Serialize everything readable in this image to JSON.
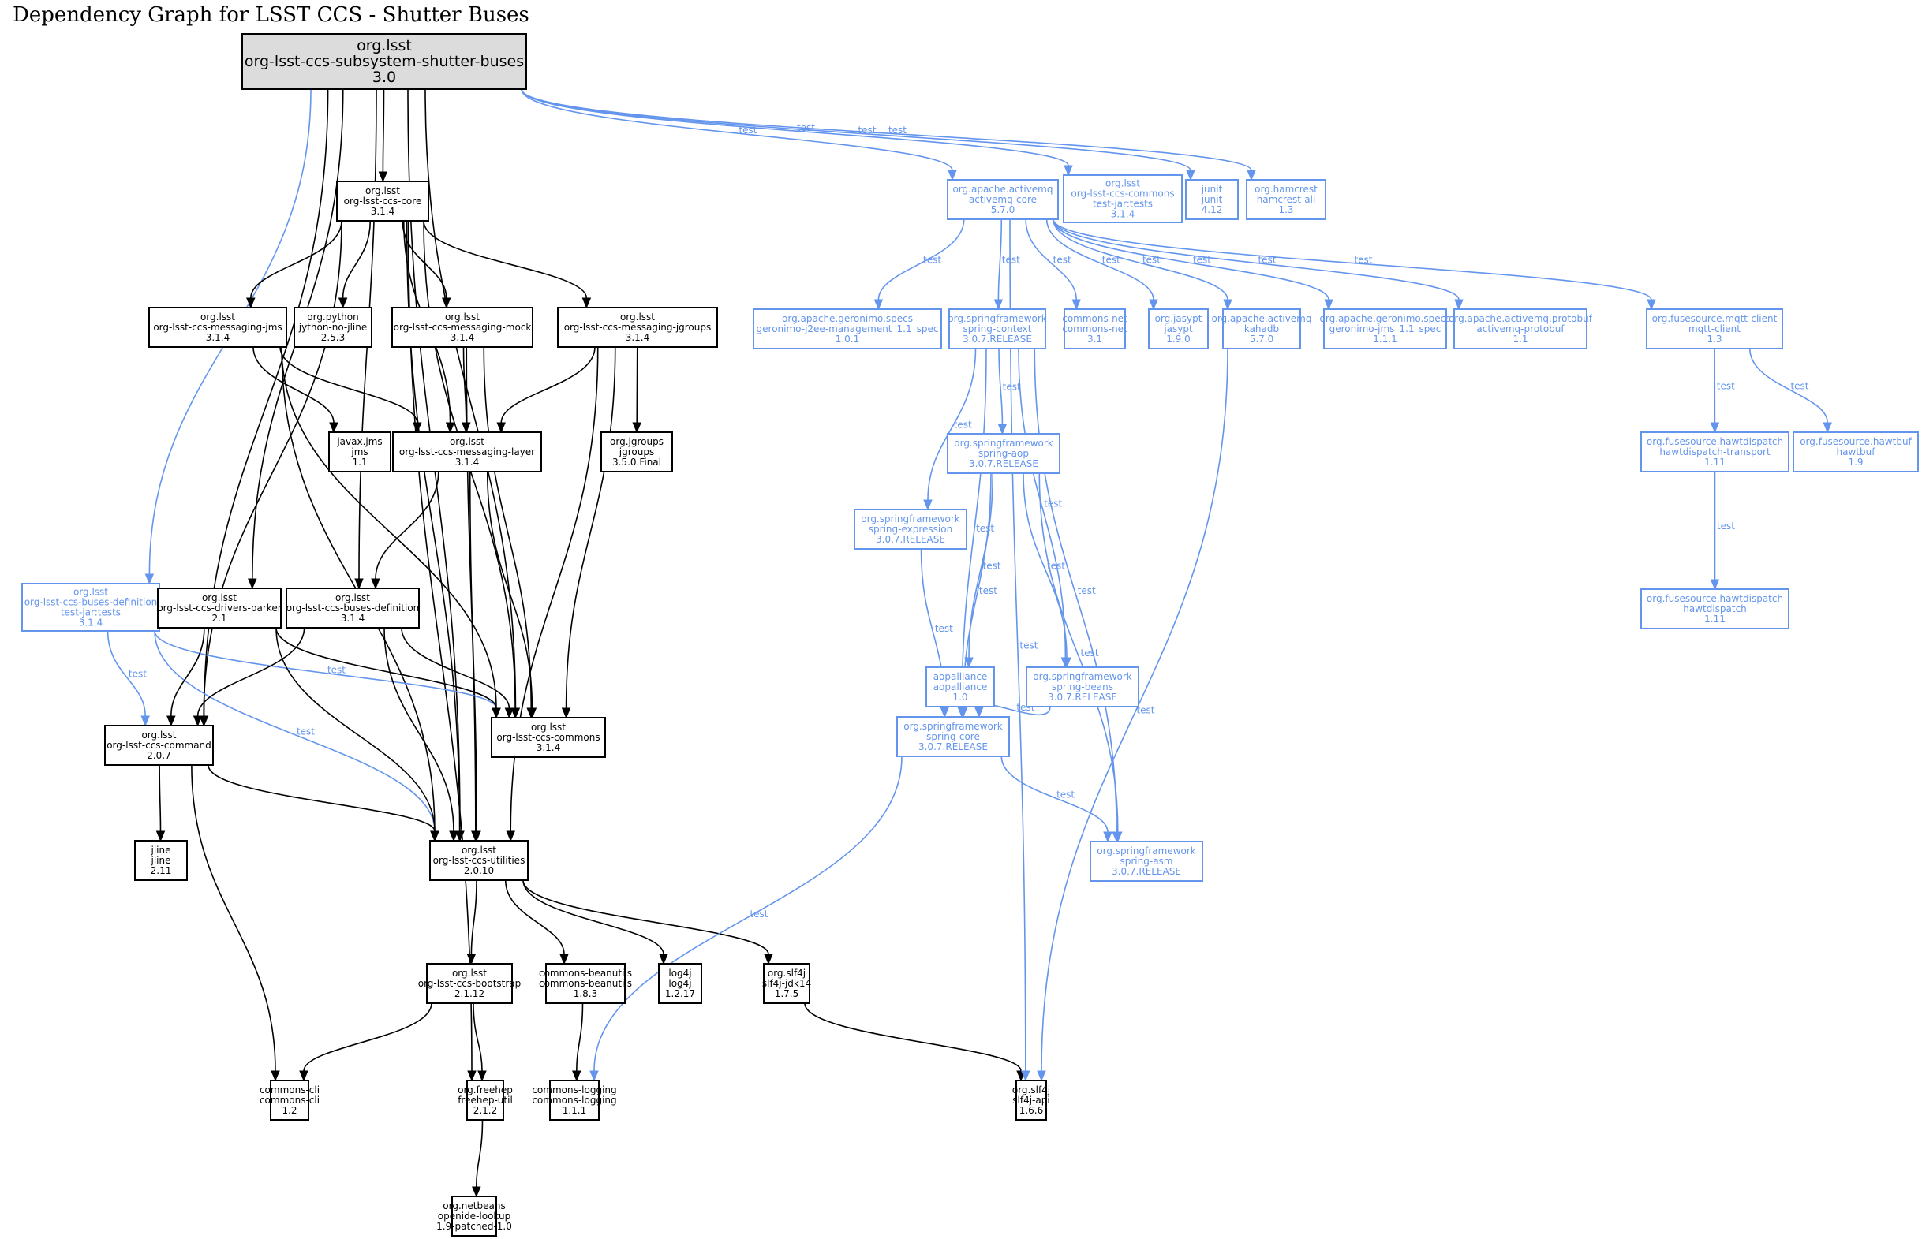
{
  "title": "Dependency Graph for LSST CCS - Shutter Buses",
  "colors": {
    "compile": "#000000",
    "test": "#6495ed",
    "root_fill": "#dcdcdc"
  },
  "nodes": [
    {
      "id": "root",
      "group": "org.lsst",
      "artifact": "org-lsst-ccs-subsystem-shutter-buses",
      "version": "3.0",
      "scope": "root"
    },
    {
      "id": "core",
      "group": "org.lsst",
      "artifact": "org-lsst-ccs-core",
      "version": "3.1.4",
      "scope": "compile"
    },
    {
      "id": "msgjms",
      "group": "org.lsst",
      "artifact": "org-lsst-ccs-messaging-jms",
      "version": "3.1.4",
      "scope": "compile"
    },
    {
      "id": "jython",
      "group": "org.python",
      "artifact": "jython-no-jline",
      "version": "2.5.3",
      "scope": "compile"
    },
    {
      "id": "msgmock",
      "group": "org.lsst",
      "artifact": "org-lsst-ccs-messaging-mock",
      "version": "3.1.4",
      "scope": "compile"
    },
    {
      "id": "msgjgroups",
      "group": "org.lsst",
      "artifact": "org-lsst-ccs-messaging-jgroups",
      "version": "3.1.4",
      "scope": "compile"
    },
    {
      "id": "jms",
      "group": "javax.jms",
      "artifact": "jms",
      "version": "1.1",
      "scope": "compile"
    },
    {
      "id": "msglayer",
      "group": "org.lsst",
      "artifact": "org-lsst-ccs-messaging-layer",
      "version": "3.1.4",
      "scope": "compile"
    },
    {
      "id": "jgroups",
      "group": "org.jgroups",
      "artifact": "jgroups",
      "version": "3.5.0.Final",
      "scope": "compile"
    },
    {
      "id": "busesdeftest",
      "group": "org.lsst",
      "artifact": "org-lsst-ccs-buses-definition",
      "classifier": "test-jar:tests",
      "version": "3.1.4",
      "scope": "test"
    },
    {
      "id": "parker",
      "group": "org.lsst",
      "artifact": "org-lsst-ccs-drivers-parker",
      "version": "2.1",
      "scope": "compile"
    },
    {
      "id": "busesdef",
      "group": "org.lsst",
      "artifact": "org-lsst-ccs-buses-definition",
      "version": "3.1.4",
      "scope": "compile"
    },
    {
      "id": "command",
      "group": "org.lsst",
      "artifact": "org-lsst-ccs-command",
      "version": "2.0.7",
      "scope": "compile"
    },
    {
      "id": "commons",
      "group": "org.lsst",
      "artifact": "org-lsst-ccs-commons",
      "version": "3.1.4",
      "scope": "compile"
    },
    {
      "id": "jline",
      "group": "jline",
      "artifact": "jline",
      "version": "2.11",
      "scope": "compile"
    },
    {
      "id": "utilities",
      "group": "org.lsst",
      "artifact": "org-lsst-ccs-utilities",
      "version": "2.0.10",
      "scope": "compile"
    },
    {
      "id": "bootstrap",
      "group": "org.lsst",
      "artifact": "org-lsst-ccs-bootstrap",
      "version": "2.1.12",
      "scope": "compile"
    },
    {
      "id": "beanutils",
      "group": "commons-beanutils",
      "artifact": "commons-beanutils",
      "version": "1.8.3",
      "scope": "compile"
    },
    {
      "id": "log4j",
      "group": "log4j",
      "artifact": "log4j",
      "version": "1.2.17",
      "scope": "compile"
    },
    {
      "id": "slf4jjdk",
      "group": "org.slf4j",
      "artifact": "slf4j-jdk14",
      "version": "1.7.5",
      "scope": "compile"
    },
    {
      "id": "cli",
      "group": "commons-cli",
      "artifact": "commons-cli",
      "version": "1.2",
      "scope": "compile"
    },
    {
      "id": "freehep",
      "group": "org.freehep",
      "artifact": "freehep-util",
      "version": "2.1.2",
      "scope": "compile"
    },
    {
      "id": "logging",
      "group": "commons-logging",
      "artifact": "commons-logging",
      "version": "1.1.1",
      "scope": "compile"
    },
    {
      "id": "slf4japi",
      "group": "org.slf4j",
      "artifact": "slf4j-api",
      "version": "1.6.6",
      "scope": "compile"
    },
    {
      "id": "openide",
      "group": "org.netbeans",
      "artifact": "openide-lookup",
      "version": "1.9-patched-1.0",
      "scope": "compile"
    },
    {
      "id": "amqcore",
      "group": "org.apache.activemq",
      "artifact": "activemq-core",
      "version": "5.7.0",
      "scope": "test"
    },
    {
      "id": "commonstest",
      "group": "org.lsst",
      "artifact": "org-lsst-ccs-commons",
      "classifier": "test-jar:tests",
      "version": "3.1.4",
      "scope": "test"
    },
    {
      "id": "junit",
      "group": "junit",
      "artifact": "junit",
      "version": "4.12",
      "scope": "test"
    },
    {
      "id": "hamcrest",
      "group": "org.hamcrest",
      "artifact": "hamcrest-all",
      "version": "1.3",
      "scope": "test"
    },
    {
      "id": "j2eemgmt",
      "group": "org.apache.geronimo.specs",
      "artifact": "geronimo-j2ee-management_1.1_spec",
      "version": "1.0.1",
      "scope": "test"
    },
    {
      "id": "springctx",
      "group": "org.springframework",
      "artifact": "spring-context",
      "version": "3.0.7.RELEASE",
      "scope": "test"
    },
    {
      "id": "commonsnet",
      "group": "commons-net",
      "artifact": "commons-net",
      "version": "3.1",
      "scope": "test"
    },
    {
      "id": "jasypt",
      "group": "org.jasypt",
      "artifact": "jasypt",
      "version": "1.9.0",
      "scope": "test"
    },
    {
      "id": "kahadb",
      "group": "org.apache.activemq",
      "artifact": "kahadb",
      "version": "5.7.0",
      "scope": "test"
    },
    {
      "id": "jmsspec",
      "group": "org.apache.geronimo.specs",
      "artifact": "geronimo-jms_1.1_spec",
      "version": "1.1.1",
      "scope": "test"
    },
    {
      "id": "protobuf",
      "group": "org.apache.activemq.protobuf",
      "artifact": "activemq-protobuf",
      "version": "1.1",
      "scope": "test"
    },
    {
      "id": "mqtt",
      "group": "org.fusesource.mqtt-client",
      "artifact": "mqtt-client",
      "version": "1.3",
      "scope": "test"
    },
    {
      "id": "springaop",
      "group": "org.springframework",
      "artifact": "spring-aop",
      "version": "3.0.7.RELEASE",
      "scope": "test"
    },
    {
      "id": "springexpr",
      "group": "org.springframework",
      "artifact": "spring-expression",
      "version": "3.0.7.RELEASE",
      "scope": "test"
    },
    {
      "id": "aopalliance",
      "group": "aopalliance",
      "artifact": "aopalliance",
      "version": "1.0",
      "scope": "test"
    },
    {
      "id": "springbeans",
      "group": "org.springframework",
      "artifact": "spring-beans",
      "version": "3.0.7.RELEASE",
      "scope": "test"
    },
    {
      "id": "springcore",
      "group": "org.springframework",
      "artifact": "spring-core",
      "version": "3.0.7.RELEASE",
      "scope": "test"
    },
    {
      "id": "springasm",
      "group": "org.springframework",
      "artifact": "spring-asm",
      "version": "3.0.7.RELEASE",
      "scope": "test"
    },
    {
      "id": "hdtransport",
      "group": "org.fusesource.hawtdispatch",
      "artifact": "hawtdispatch-transport",
      "version": "1.11",
      "scope": "test"
    },
    {
      "id": "hawtbuf",
      "group": "org.fusesource.hawtbuf",
      "artifact": "hawtbuf",
      "version": "1.9",
      "scope": "test"
    },
    {
      "id": "hawtdispatch",
      "group": "org.fusesource.hawtdispatch",
      "artifact": "hawtdispatch",
      "version": "1.11",
      "scope": "test"
    }
  ],
  "edges": [
    {
      "from": "root",
      "to": "core",
      "scope": "compile"
    },
    {
      "from": "root",
      "to": "command",
      "scope": "compile"
    },
    {
      "from": "root",
      "to": "parker",
      "scope": "compile"
    },
    {
      "from": "root",
      "to": "busesdef",
      "scope": "compile"
    },
    {
      "from": "root",
      "to": "commons",
      "scope": "compile"
    },
    {
      "from": "root",
      "to": "utilities",
      "scope": "compile"
    },
    {
      "from": "root",
      "to": "busesdeftest",
      "scope": "test",
      "label": "test"
    },
    {
      "from": "root",
      "to": "amqcore",
      "scope": "test",
      "label": "test"
    },
    {
      "from": "root",
      "to": "commonstest",
      "scope": "test",
      "label": "test"
    },
    {
      "from": "root",
      "to": "junit",
      "scope": "test",
      "label": "test"
    },
    {
      "from": "root",
      "to": "hamcrest",
      "scope": "test",
      "label": "test"
    },
    {
      "from": "core",
      "to": "msgjms",
      "scope": "compile"
    },
    {
      "from": "core",
      "to": "jython",
      "scope": "compile"
    },
    {
      "from": "core",
      "to": "msgmock",
      "scope": "compile"
    },
    {
      "from": "core",
      "to": "msgjgroups",
      "scope": "compile"
    },
    {
      "from": "core",
      "to": "msglayer",
      "scope": "compile"
    },
    {
      "from": "core",
      "to": "command",
      "scope": "compile"
    },
    {
      "from": "core",
      "to": "commons",
      "scope": "compile"
    },
    {
      "from": "core",
      "to": "utilities",
      "scope": "compile"
    },
    {
      "from": "core",
      "to": "freehep",
      "scope": "compile"
    },
    {
      "from": "msgjms",
      "to": "jms",
      "scope": "compile"
    },
    {
      "from": "msgjms",
      "to": "msglayer",
      "scope": "compile"
    },
    {
      "from": "msgjms",
      "to": "commons",
      "scope": "compile"
    },
    {
      "from": "msgjms",
      "to": "utilities",
      "scope": "compile"
    },
    {
      "from": "msgmock",
      "to": "msglayer",
      "scope": "compile"
    },
    {
      "from": "msgmock",
      "to": "commons",
      "scope": "compile"
    },
    {
      "from": "msgmock",
      "to": "utilities",
      "scope": "compile"
    },
    {
      "from": "msgjgroups",
      "to": "msglayer",
      "scope": "compile"
    },
    {
      "from": "msgjgroups",
      "to": "jgroups",
      "scope": "compile"
    },
    {
      "from": "msgjgroups",
      "to": "commons",
      "scope": "compile"
    },
    {
      "from": "msgjgroups",
      "to": "utilities",
      "scope": "compile"
    },
    {
      "from": "msglayer",
      "to": "busesdef",
      "scope": "compile"
    },
    {
      "from": "msglayer",
      "to": "commons",
      "scope": "compile"
    },
    {
      "from": "msglayer",
      "to": "utilities",
      "scope": "compile"
    },
    {
      "from": "busesdeftest",
      "to": "command",
      "scope": "test",
      "label": "test"
    },
    {
      "from": "busesdeftest",
      "to": "commons",
      "scope": "test",
      "label": "test"
    },
    {
      "from": "busesdeftest",
      "to": "utilities",
      "scope": "test",
      "label": "test"
    },
    {
      "from": "parker",
      "to": "command",
      "scope": "compile"
    },
    {
      "from": "parker",
      "to": "commons",
      "scope": "compile"
    },
    {
      "from": "parker",
      "to": "utilities",
      "scope": "compile"
    },
    {
      "from": "busesdef",
      "to": "command",
      "scope": "compile"
    },
    {
      "from": "busesdef",
      "to": "commons",
      "scope": "compile"
    },
    {
      "from": "busesdef",
      "to": "utilities",
      "scope": "compile"
    },
    {
      "from": "command",
      "to": "jline",
      "scope": "compile"
    },
    {
      "from": "command",
      "to": "utilities",
      "scope": "compile"
    },
    {
      "from": "command",
      "to": "cli",
      "scope": "compile"
    },
    {
      "from": "utilities",
      "to": "bootstrap",
      "scope": "compile"
    },
    {
      "from": "utilities",
      "to": "beanutils",
      "scope": "compile"
    },
    {
      "from": "utilities",
      "to": "log4j",
      "scope": "compile"
    },
    {
      "from": "utilities",
      "to": "slf4jjdk",
      "scope": "compile"
    },
    {
      "from": "bootstrap",
      "to": "cli",
      "scope": "compile"
    },
    {
      "from": "bootstrap",
      "to": "freehep",
      "scope": "compile"
    },
    {
      "from": "beanutils",
      "to": "logging",
      "scope": "compile"
    },
    {
      "from": "slf4jjdk",
      "to": "slf4japi",
      "scope": "compile"
    },
    {
      "from": "freehep",
      "to": "openide",
      "scope": "compile"
    },
    {
      "from": "amqcore",
      "to": "j2eemgmt",
      "scope": "test",
      "label": "test"
    },
    {
      "from": "amqcore",
      "to": "springctx",
      "scope": "test",
      "label": "test"
    },
    {
      "from": "amqcore",
      "to": "commonsnet",
      "scope": "test",
      "label": "test"
    },
    {
      "from": "amqcore",
      "to": "jasypt",
      "scope": "test",
      "label": "test"
    },
    {
      "from": "amqcore",
      "to": "kahadb",
      "scope": "test",
      "label": "test"
    },
    {
      "from": "amqcore",
      "to": "jmsspec",
      "scope": "test",
      "label": "test"
    },
    {
      "from": "amqcore",
      "to": "protobuf",
      "scope": "test",
      "label": "test"
    },
    {
      "from": "amqcore",
      "to": "mqtt",
      "scope": "test",
      "label": "test"
    },
    {
      "from": "amqcore",
      "to": "slf4japi",
      "scope": "test",
      "label": "test"
    },
    {
      "from": "springctx",
      "to": "springaop",
      "scope": "test",
      "label": "test"
    },
    {
      "from": "springctx",
      "to": "springexpr",
      "scope": "test",
      "label": "test"
    },
    {
      "from": "springctx",
      "to": "springbeans",
      "scope": "test",
      "label": "test"
    },
    {
      "from": "springctx",
      "to": "springcore",
      "scope": "test",
      "label": "test"
    },
    {
      "from": "springctx",
      "to": "springasm",
      "scope": "test",
      "label": "test"
    },
    {
      "from": "springaop",
      "to": "aopalliance",
      "scope": "test",
      "label": "test"
    },
    {
      "from": "springaop",
      "to": "springbeans",
      "scope": "test",
      "label": "test"
    },
    {
      "from": "springaop",
      "to": "springcore",
      "scope": "test",
      "label": "test"
    },
    {
      "from": "springaop",
      "to": "springasm",
      "scope": "test",
      "label": "test"
    },
    {
      "from": "springexpr",
      "to": "springcore",
      "scope": "test",
      "label": "test"
    },
    {
      "from": "springbeans",
      "to": "springcore",
      "scope": "test",
      "label": "test"
    },
    {
      "from": "springcore",
      "to": "springasm",
      "scope": "test",
      "label": "test"
    },
    {
      "from": "springcore",
      "to": "logging",
      "scope": "test",
      "label": "test"
    },
    {
      "from": "kahadb",
      "to": "slf4japi",
      "scope": "test",
      "label": "test"
    },
    {
      "from": "mqtt",
      "to": "hdtransport",
      "scope": "test",
      "label": "test"
    },
    {
      "from": "mqtt",
      "to": "hawtbuf",
      "scope": "test",
      "label": "test"
    },
    {
      "from": "hdtransport",
      "to": "hawtdispatch",
      "scope": "test",
      "label": "test"
    }
  ]
}
